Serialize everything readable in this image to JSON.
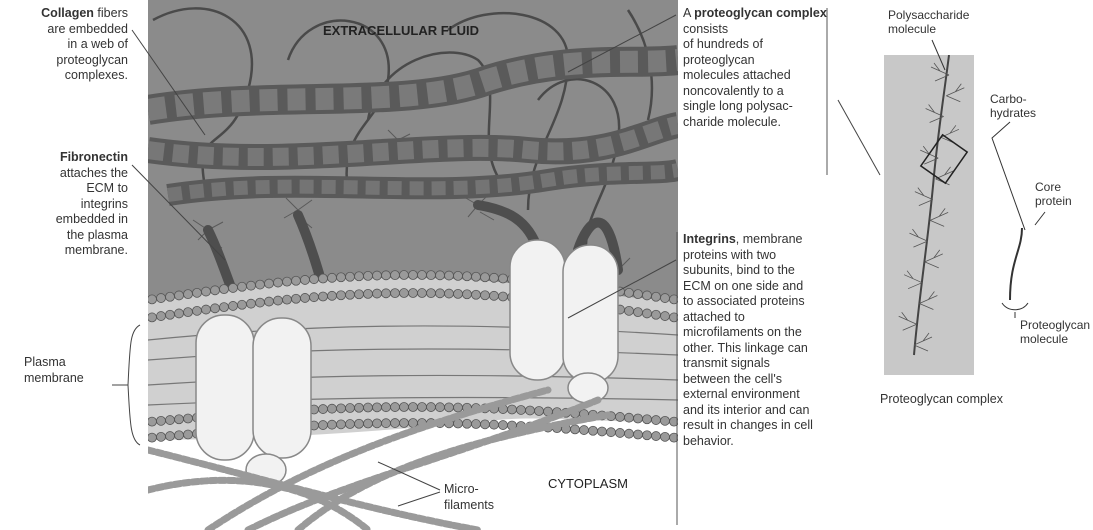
{
  "scene": {
    "extracellular_label": "EXTRACELLULAR FLUID",
    "cytoplasm_label": "CYTOPLASM"
  },
  "labels": {
    "collagen": {
      "term": "Collagen",
      "lines": [
        " fibers",
        "are embedded",
        "in a web of",
        "proteoglycan",
        "complexes."
      ]
    },
    "fibronectin": {
      "term": "Fibronectin",
      "lines": [
        "attaches the",
        "ECM to",
        "integrins",
        "embedded in",
        "the plasma",
        "membrane."
      ]
    },
    "plasma_membrane": {
      "lines": [
        "Plasma",
        "membrane"
      ]
    },
    "proteoglycan_complex_desc": {
      "prefix": "A ",
      "term": "proteoglycan complex",
      "lines": [
        "consists",
        "of hundreds of",
        "proteoglycan",
        "molecules attached",
        "noncovalently to a",
        "single long polysac-",
        "charide molecule."
      ]
    },
    "integrins": {
      "term": "Integrins",
      "lines": [
        ", membrane",
        "proteins with two",
        "subunits, bind to the",
        "ECM on one side and",
        "to associated proteins",
        "attached to",
        "microfilaments on the",
        "other. This linkage can",
        "transmit signals",
        "between the cell's",
        "external environment",
        "and its interior and can",
        "result in changes in cell",
        "behavior."
      ]
    },
    "microfilaments": {
      "lines": [
        "Micro-",
        "filaments"
      ]
    }
  },
  "inset": {
    "polysaccharide": [
      "Polysaccharide",
      "molecule"
    ],
    "carbohydrates": [
      "Carbo-",
      "hydrates"
    ],
    "core_protein": [
      "Core",
      "protein"
    ],
    "proteoglycan_molecule": [
      "Proteoglycan",
      "molecule"
    ],
    "caption": "Proteoglycan complex"
  },
  "colors": {
    "ecm_background": "#8b8b8b",
    "collagen_fiber": "#6e6e6e",
    "lipid_head": "#9a9a9a",
    "integrin": "#f2f2f2",
    "inset_background": "#c8c8c8"
  }
}
